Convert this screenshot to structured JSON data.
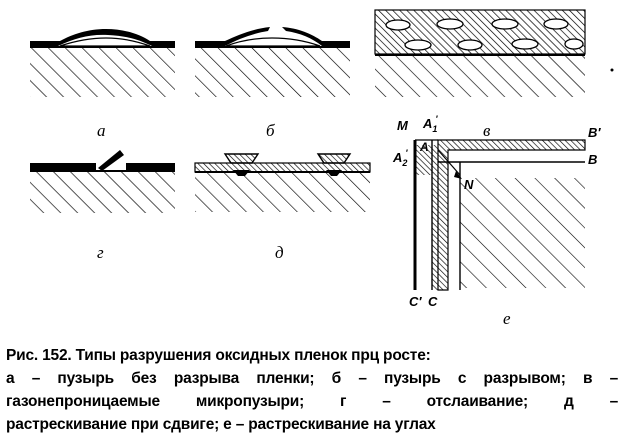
{
  "figure": {
    "panel_labels": {
      "a": "а",
      "b": "б",
      "v": "в",
      "g": "г",
      "d": "д",
      "e": "е"
    },
    "points": {
      "M": "M",
      "A1": "A",
      "A1_sub": "1",
      "A1_prime": "′",
      "A": "A",
      "A2": "A",
      "A2_sub": "2",
      "A2_prime": "′",
      "B_prime": "B′",
      "B": "B",
      "N": "N",
      "C_prime": "C′",
      "C": "C"
    }
  },
  "caption": {
    "line1": "Рис. 152. Типы разрушения оксидных пленок прц росте:",
    "line2": "а – пузырь без разрыва пленки; б – пузырь с разрывом; в –",
    "line3": "газонепроницаемые микропузыри; г – отслаивание; д –",
    "line4": "растрескивание при сдвиге; е – растрескивание на углах"
  }
}
